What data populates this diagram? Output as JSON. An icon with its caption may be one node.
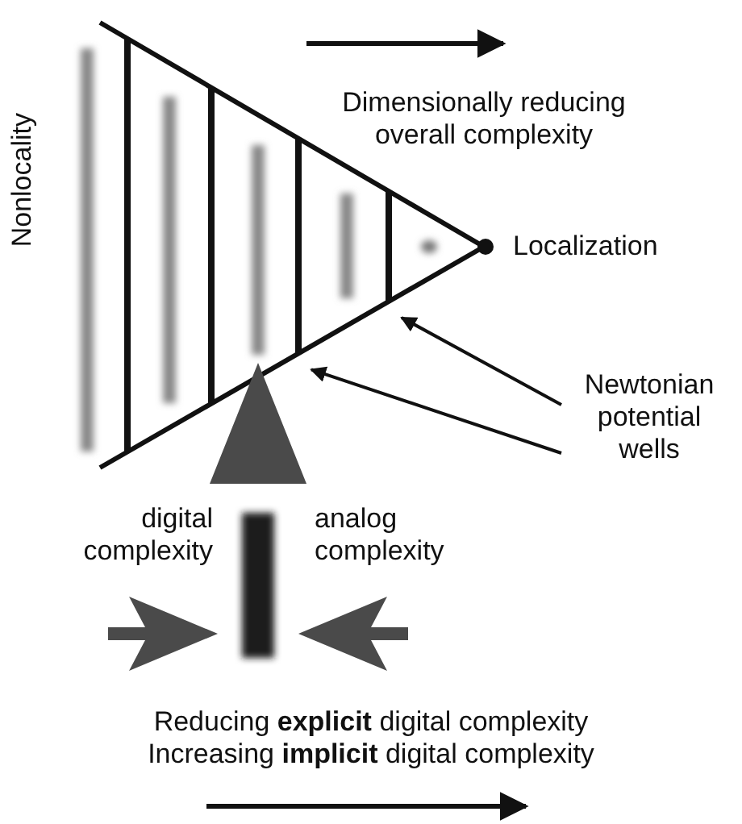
{
  "diagram": {
    "nodes": [
      {
        "text": [
          "Newtonian potential wells"
        ]
      },
      {
        "text": [],
        "shape": "bar"
      },
      {
        "text": [],
        "shape": "bar"
      },
      {
        "text": [],
        "shape": "bar"
      },
      {
        "text": [],
        "shape": "bar"
      }
    ],
    "edges": [
      {
        "from": 0,
        "to": 4,
        "arrow": "to"
      },
      {
        "from": 0,
        "to": 3,
        "arrow": "to"
      }
    ],
    "labels": [
      "Dimensionally reducing overall complexity",
      "Nonlocality",
      "Localization",
      "digital complexity",
      "analog complexity",
      "Reducing **explicit** digital complexity",
      "Increasing **implicit** digital complexity"
    ]
  }
}
